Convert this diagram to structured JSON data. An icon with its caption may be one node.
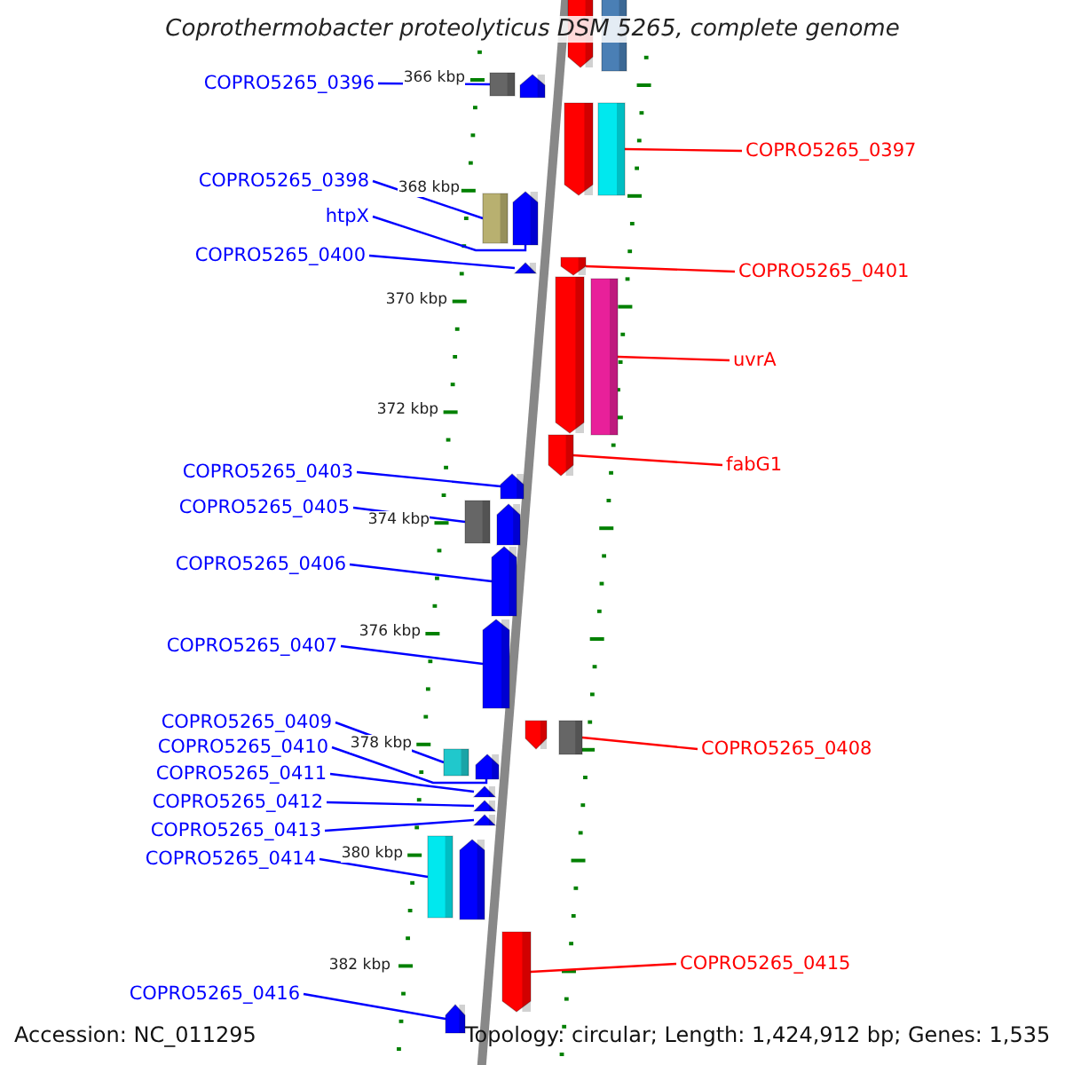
{
  "diagram": {
    "title": "Coprothermobacter proteolyticus DSM 5265, complete genome",
    "nodes": [
      {
        "text": [
          "COPRO5265_0396"
        ]
      },
      {
        "text": [
          "COPRO5265_0398"
        ]
      },
      {
        "text": [
          "htpX"
        ]
      },
      {
        "text": [
          "COPRO5265_0400"
        ]
      },
      {
        "text": [
          "COPRO5265_0403"
        ]
      },
      {
        "text": [
          "COPRO5265_0405"
        ]
      },
      {
        "text": [
          "COPRO5265_0406"
        ]
      },
      {
        "text": [
          "COPRO5265_0407"
        ]
      },
      {
        "text": [
          "COPRO5265_0409"
        ]
      },
      {
        "text": [
          "COPRO5265_0410"
        ]
      },
      {
        "text": [
          "COPRO5265_0411"
        ]
      },
      {
        "text": [
          "COPRO5265_0412"
        ]
      },
      {
        "text": [
          "COPRO5265_0413"
        ]
      },
      {
        "text": [
          "COPRO5265_0414"
        ]
      },
      {
        "text": [
          "COPRO5265_0416"
        ]
      },
      {
        "text": [
          "COPRO5265_0397"
        ]
      },
      {
        "text": [
          "COPRO5265_0401"
        ]
      },
      {
        "text": [
          "uvrA"
        ]
      },
      {
        "text": [
          "fabG1"
        ]
      },
      {
        "text": [
          "COPRO5265_0408"
        ]
      },
      {
        "text": [
          "COPRO5265_0415"
        ]
      },
      {
        "text": [],
        "shape": "pentagon"
      },
      {
        "text": [],
        "shape": "box"
      },
      {
        "text": [],
        "shape": "box"
      },
      {
        "text": [],
        "shape": "pentagon"
      },
      {
        "text": [],
        "shape": "pentagon"
      },
      {
        "text": [],
        "shape": "box"
      },
      {
        "text": [],
        "shape": "box"
      },
      {
        "text": [],
        "shape": "pentagon"
      },
      {
        "text": [],
        "shape": "triangle"
      },
      {
        "text": [],
        "shape": "pentagon"
      },
      {
        "text": [],
        "shape": "pentagon"
      },
      {
        "text": [],
        "shape": "box"
      },
      {
        "text": [],
        "shape": "pentagon"
      },
      {
        "text": [],
        "shape": "pentagon"
      },
      {
        "text": [],
        "shape": "box"
      },
      {
        "text": [],
        "shape": "pentagon"
      },
      {
        "text": [],
        "shape": "pentagon"
      },
      {
        "text": [],
        "shape": "pentagon"
      },
      {
        "text": [],
        "shape": "pentagon"
      },
      {
        "text": [],
        "shape": "box"
      },
      {
        "text": [],
        "shape": "box"
      },
      {
        "text": [],
        "shape": "pentagon"
      },
      {
        "text": [],
        "shape": "triangle"
      },
      {
        "text": [],
        "shape": "triangle"
      },
      {
        "text": [],
        "shape": "triangle"
      },
      {
        "text": [],
        "shape": "box"
      },
      {
        "text": [],
        "shape": "pentagon"
      },
      {
        "text": [],
        "shape": "pentagon"
      },
      {
        "text": [],
        "shape": "pentagon"
      }
    ],
    "edges": [
      {
        "from": 0,
        "to": 23,
        "arrow": "none"
      },
      {
        "from": 1,
        "to": 27,
        "arrow": "none"
      },
      {
        "from": 2,
        "to": 28,
        "arrow": "none"
      },
      {
        "from": 3,
        "to": 29,
        "arrow": "none"
      },
      {
        "from": 4,
        "to": 34,
        "arrow": "none"
      },
      {
        "from": 5,
        "to": 35,
        "arrow": "none"
      },
      {
        "from": 6,
        "to": 37,
        "arrow": "none"
      },
      {
        "from": 7,
        "to": 38,
        "arrow": "none"
      },
      {
        "from": 8,
        "to": 41,
        "arrow": "none"
      },
      {
        "from": 9,
        "to": 42,
        "arrow": "none"
      },
      {
        "from": 10,
        "to": 43,
        "arrow": "none"
      },
      {
        "from": 11,
        "to": 44,
        "arrow": "none"
      },
      {
        "from": 12,
        "to": 45,
        "arrow": "none"
      },
      {
        "from": 13,
        "to": 46,
        "arrow": "none"
      },
      {
        "from": 14,
        "to": 49,
        "arrow": "none"
      },
      {
        "from": 15,
        "to": 26,
        "arrow": "none",
        "color": "#ff0000"
      },
      {
        "from": 16,
        "to": 30,
        "arrow": "none",
        "color": "#ff0000"
      },
      {
        "from": 17,
        "to": 32,
        "arrow": "none",
        "color": "#ff0000"
      },
      {
        "from": 18,
        "to": 33,
        "arrow": "none",
        "color": "#ff0000"
      },
      {
        "from": 19,
        "to": 40,
        "arrow": "none",
        "color": "#ff0000"
      },
      {
        "from": 20,
        "to": 48,
        "arrow": "none",
        "color": "#ff0000"
      }
    ],
    "labels": [
      "366 kbp",
      "368 kbp",
      "370 kbp",
      "372 kbp",
      "374 kbp",
      "376 kbp",
      "378 kbp",
      "380 kbp",
      "382 kbp",
      "Accession: NC_011295",
      "Topology: circular; Length: 1,424,912 bp; Genes: 1,535"
    ]
  }
}
